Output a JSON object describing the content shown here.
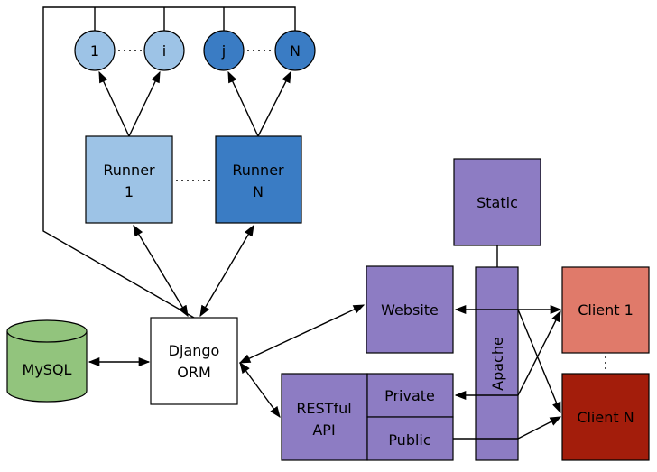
{
  "nodes": {
    "worker_1": "1",
    "worker_i": "i",
    "worker_j": "j",
    "worker_n": "N",
    "runner_1": [
      "Runner",
      "1"
    ],
    "runner_n": [
      "Runner",
      "N"
    ],
    "static": "Static",
    "mysql": "MySQL",
    "django": [
      "Django",
      "ORM"
    ],
    "website": "Website",
    "restful_api": [
      "RESTful",
      "API"
    ],
    "private": "Private",
    "public": "Public",
    "apache": "Apache",
    "client_1": "Client 1",
    "client_n": "Client N"
  },
  "colors": {
    "light_blue": "#9dc3e6",
    "dark_blue": "#3a7cc4",
    "purple": "#8d7cc3",
    "green": "#92c47d",
    "client_1": "#e07a6a",
    "client_n": "#a31d0b",
    "white": "#ffffff"
  }
}
